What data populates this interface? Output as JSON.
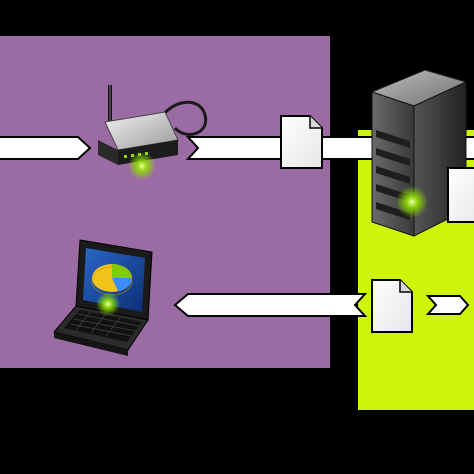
{
  "diagram": {
    "background_color": "#000000",
    "zones": [
      {
        "name": "local-network-zone",
        "color": "#9b6ba3"
      },
      {
        "name": "server-zone",
        "color": "#cdf50a"
      }
    ],
    "nodes": [
      {
        "name": "wireless-router-icon",
        "kind": "router"
      },
      {
        "name": "server-tower-icon",
        "kind": "server"
      },
      {
        "name": "laptop-icon",
        "kind": "laptop"
      },
      {
        "name": "document-icon-top",
        "kind": "document"
      },
      {
        "name": "document-icon-bottom",
        "kind": "document"
      },
      {
        "name": "document-icon-right",
        "kind": "document"
      }
    ],
    "flows": [
      {
        "name": "arrow-incoming-to-router",
        "direction": "right"
      },
      {
        "name": "arrow-router-to-server",
        "direction": "right"
      },
      {
        "name": "arrow-server-outgoing",
        "direction": "right"
      },
      {
        "name": "arrow-server-to-laptop",
        "direction": "left"
      },
      {
        "name": "arrow-server-zone-outgoing",
        "direction": "right"
      }
    ],
    "colors": {
      "arrow_fill": "#ffffff",
      "arrow_stroke": "#000000",
      "glow": "#8fe000"
    }
  }
}
